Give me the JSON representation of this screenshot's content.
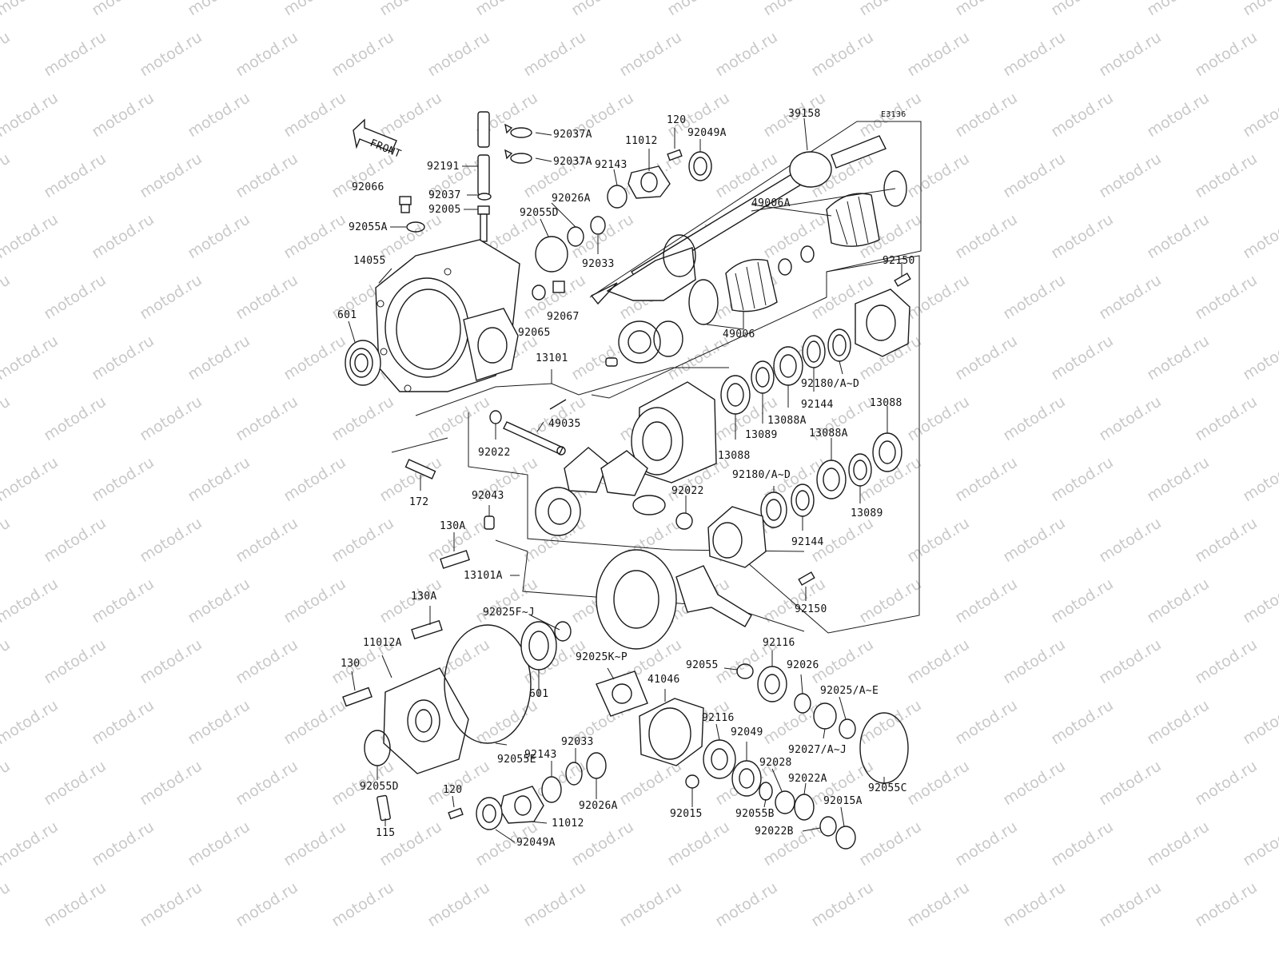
{
  "watermark": {
    "text": "motod.ru"
  },
  "diagram_code": "E3136",
  "front_arrow": {
    "label": "FRONT"
  },
  "labels": [
    {
      "id": "l-92037A-top",
      "text": "92037A"
    },
    {
      "id": "l-92037A-2",
      "text": "92037A"
    },
    {
      "id": "l-92191",
      "text": "92191"
    },
    {
      "id": "l-92037",
      "text": "92037"
    },
    {
      "id": "l-92005",
      "text": "92005"
    },
    {
      "id": "l-92066",
      "text": "92066"
    },
    {
      "id": "l-92055A",
      "text": "92055A"
    },
    {
      "id": "l-14055",
      "text": "14055"
    },
    {
      "id": "l-601-top",
      "text": "601"
    },
    {
      "id": "l-92026A-top",
      "text": "92026A"
    },
    {
      "id": "l-92055D-top",
      "text": "92055D"
    },
    {
      "id": "l-92033-top",
      "text": "92033"
    },
    {
      "id": "l-92143-top",
      "text": "92143"
    },
    {
      "id": "l-11012-top",
      "text": "11012"
    },
    {
      "id": "l-120-top",
      "text": "120"
    },
    {
      "id": "l-92049A-top",
      "text": "92049A"
    },
    {
      "id": "l-39158",
      "text": "39158"
    },
    {
      "id": "l-92067",
      "text": "92067"
    },
    {
      "id": "l-92065",
      "text": "92065"
    },
    {
      "id": "l-49006A",
      "text": "49006A"
    },
    {
      "id": "l-49006",
      "text": "49006"
    },
    {
      "id": "l-92150-top",
      "text": "92150"
    },
    {
      "id": "l-92180-top",
      "text": "92180/A~D"
    },
    {
      "id": "l-92144-top",
      "text": "92144"
    },
    {
      "id": "l-13088A-top",
      "text": "13088A"
    },
    {
      "id": "l-13088-right",
      "text": "13088"
    },
    {
      "id": "l-13089-top",
      "text": "13089"
    },
    {
      "id": "l-13088-left",
      "text": "13088"
    },
    {
      "id": "l-13088A-mid",
      "text": "13088A"
    },
    {
      "id": "l-13101",
      "text": "13101"
    },
    {
      "id": "l-49035",
      "text": "49035"
    },
    {
      "id": "l-92022-top",
      "text": "92022"
    },
    {
      "id": "l-172",
      "text": "172"
    },
    {
      "id": "l-92043",
      "text": "92043"
    },
    {
      "id": "l-92022-mid",
      "text": "92022"
    },
    {
      "id": "l-92180-mid",
      "text": "92180/A~D"
    },
    {
      "id": "l-13089-right",
      "text": "13089"
    },
    {
      "id": "l-92144-mid",
      "text": "92144"
    },
    {
      "id": "l-130A-top",
      "text": "130A"
    },
    {
      "id": "l-13101A",
      "text": "13101A"
    },
    {
      "id": "l-92150-bot",
      "text": "92150"
    },
    {
      "id": "l-130A-mid",
      "text": "130A"
    },
    {
      "id": "l-92025FJ",
      "text": "92025F~J"
    },
    {
      "id": "l-11012A",
      "text": "11012A"
    },
    {
      "id": "l-130",
      "text": "130"
    },
    {
      "id": "l-92025KP",
      "text": "92025K~P"
    },
    {
      "id": "l-601-bot",
      "text": "601"
    },
    {
      "id": "l-92055-bot",
      "text": "92055"
    },
    {
      "id": "l-92116-top",
      "text": "92116"
    },
    {
      "id": "l-92026-bot",
      "text": "92026"
    },
    {
      "id": "l-41046",
      "text": "41046"
    },
    {
      "id": "l-92025AE",
      "text": "92025/A~E"
    },
    {
      "id": "l-92116-mid",
      "text": "92116"
    },
    {
      "id": "l-92049",
      "text": "92049"
    },
    {
      "id": "l-92027",
      "text": "92027/A~J"
    },
    {
      "id": "l-92055E",
      "text": "92055E"
    },
    {
      "id": "l-92033-bot",
      "text": "92033"
    },
    {
      "id": "l-92143-bot",
      "text": "92143"
    },
    {
      "id": "l-92028",
      "text": "92028"
    },
    {
      "id": "l-92022A",
      "text": "92022A"
    },
    {
      "id": "l-92055D-bot",
      "text": "92055D"
    },
    {
      "id": "l-120-bot",
      "text": "120"
    },
    {
      "id": "l-92026A-bot",
      "text": "92026A"
    },
    {
      "id": "l-92015",
      "text": "92015"
    },
    {
      "id": "l-92055B",
      "text": "92055B"
    },
    {
      "id": "l-92015A",
      "text": "92015A"
    },
    {
      "id": "l-92055C",
      "text": "92055C"
    },
    {
      "id": "l-115",
      "text": "115"
    },
    {
      "id": "l-11012-bot",
      "text": "11012"
    },
    {
      "id": "l-92022B",
      "text": "92022B"
    },
    {
      "id": "l-92049A-bot",
      "text": "92049A"
    }
  ]
}
